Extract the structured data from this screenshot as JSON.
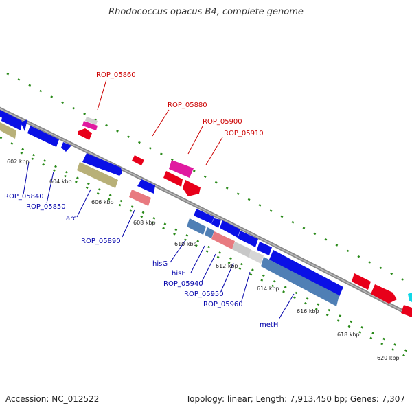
{
  "title": "Rhodococcus opacus B4, complete genome",
  "footer": {
    "accession": "Accession: NC_012522",
    "summary": "Topology: linear; Length: 7,913,450 bp; Genes: 7,307"
  },
  "colors": {
    "red": "#e8001a",
    "blue": "#0a10e6",
    "magenta": "#e01aa0",
    "olive": "#b8b078",
    "steel": "#4f7fb5",
    "pink": "#e87a80",
    "silver": "#c8c8c8",
    "cyan": "#10d8e8",
    "backbone": "#888888",
    "dots": "#2a8a1a",
    "label_red": "#cc0000",
    "label_blue": "#0000aa"
  },
  "ticks": [
    "602 kbp",
    "604 kbp",
    "606 kbp",
    "608 kbp",
    "610 kbp",
    "612 kbp",
    "614 kbp",
    "616 kbp",
    "618 kbp",
    "620 kbp"
  ],
  "labels": {
    "rop05860": "ROP_05860",
    "rop05880": "ROP_05880",
    "rop05900": "ROP_05900",
    "rop05910": "ROP_05910",
    "rop05840": "ROP_05840",
    "rop05850": "ROP_05850",
    "arc": "arc",
    "rop05890": "ROP_05890",
    "hisG": "hisG",
    "hisE": "hisE",
    "rop05940": "ROP_05940",
    "rop05950": "ROP_05950",
    "rop05960": "ROP_05960",
    "metH": "metH"
  }
}
